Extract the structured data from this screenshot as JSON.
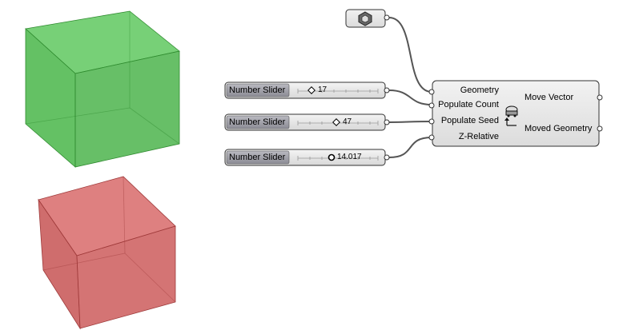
{
  "canvas": {
    "background": "#ffffff",
    "cube_green": "#4dbb4d",
    "cube_red": "#d05a5a",
    "wire_color": "#555555"
  },
  "geometry_param": {
    "icon": "hexagon-geometry-icon"
  },
  "sliders": [
    {
      "label": "Number Slider",
      "value": "17"
    },
    {
      "label": "Number Slider",
      "value": "47"
    },
    {
      "label": "Number Slider",
      "value": "14.017"
    }
  ],
  "component": {
    "inputs": [
      "Geometry",
      "Populate Count",
      "Populate Seed",
      "Z-Relative"
    ],
    "outputs": [
      "Move Vector",
      "Moved Geometry"
    ],
    "icon": "populate-move-icon"
  }
}
